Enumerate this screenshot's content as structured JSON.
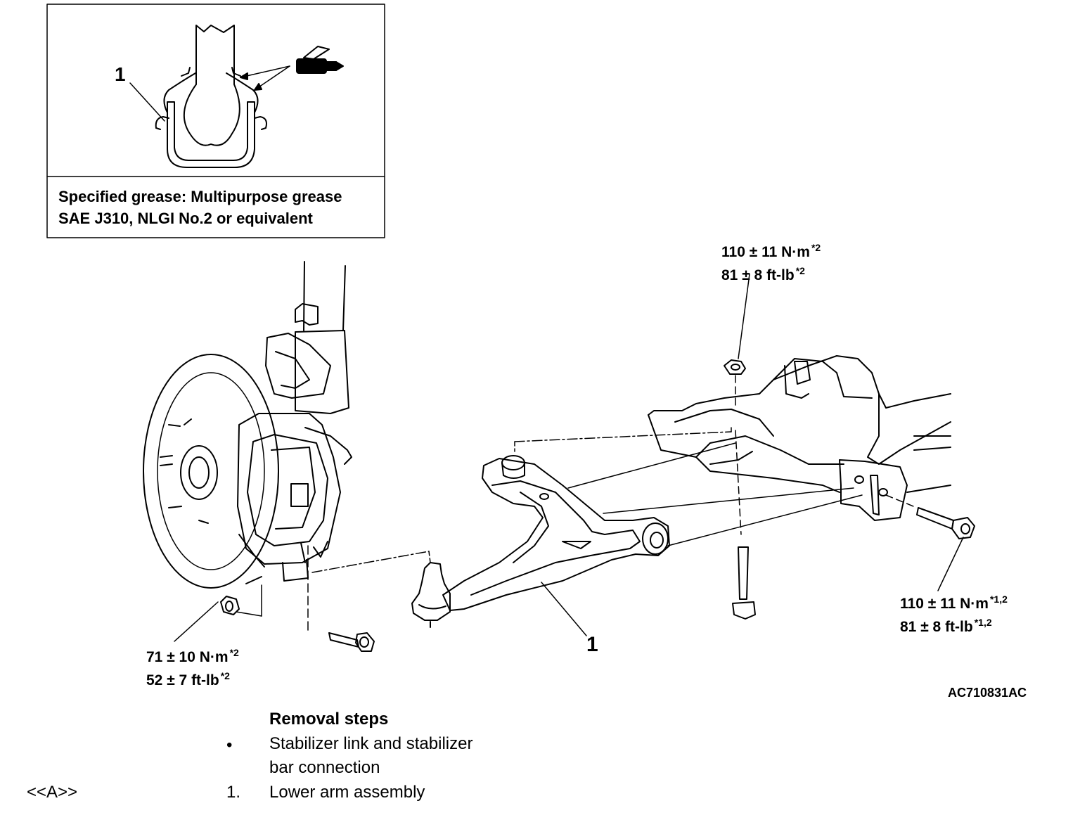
{
  "inset": {
    "callout": "1",
    "caption_line1": "Specified grease: Multipurpose grease",
    "caption_line2": "SAE J310, NLGI No.2 or equivalent"
  },
  "torques": {
    "crossmember_nut": {
      "nm": "110 ± 11 N·m",
      "nm_note": "*2",
      "ftlb": "81 ± 8 ft-lb",
      "ftlb_note": "*2"
    },
    "rear_bolt": {
      "nm": "110 ± 11 N·m",
      "nm_note": "*1,2",
      "ftlb": "81 ± 8 ft-lb",
      "ftlb_note": "*1,2"
    },
    "balljoint_nut": {
      "nm": "71 ± 10 N·m",
      "nm_note": "*2",
      "ftlb": "52 ± 7 ft-lb",
      "ftlb_note": "*2"
    }
  },
  "callouts": {
    "lower_arm": "1"
  },
  "figure_code": "AC710831AC",
  "removal": {
    "title": "Removal steps",
    "bullet": "•",
    "step_a_line1": "Stabilizer link and stabilizer",
    "step_a_line2": "bar connection",
    "ref": "<<A>>",
    "step1_num": "1.",
    "step1_text": "Lower arm assembly"
  },
  "icons": [
    "grease-gun-icon"
  ]
}
